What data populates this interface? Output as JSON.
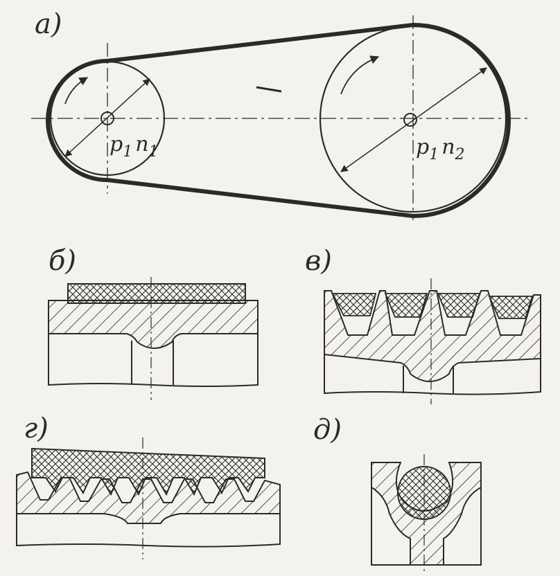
{
  "labels": {
    "fig_a": "а)",
    "fig_b": "б)",
    "fig_v": "в)",
    "fig_g": "г)",
    "fig_d": "д)",
    "left_pulley_p": "p",
    "left_pulley_p_sub": "1",
    "left_pulley_n": "n",
    "left_pulley_n_sub": "1",
    "right_pulley_p": "p",
    "right_pulley_p_sub": "1",
    "right_pulley_n": "n",
    "right_pulley_n_sub": "2"
  },
  "colors": {
    "ink": "#2a2a2a",
    "paper": "#f4f2ec"
  }
}
